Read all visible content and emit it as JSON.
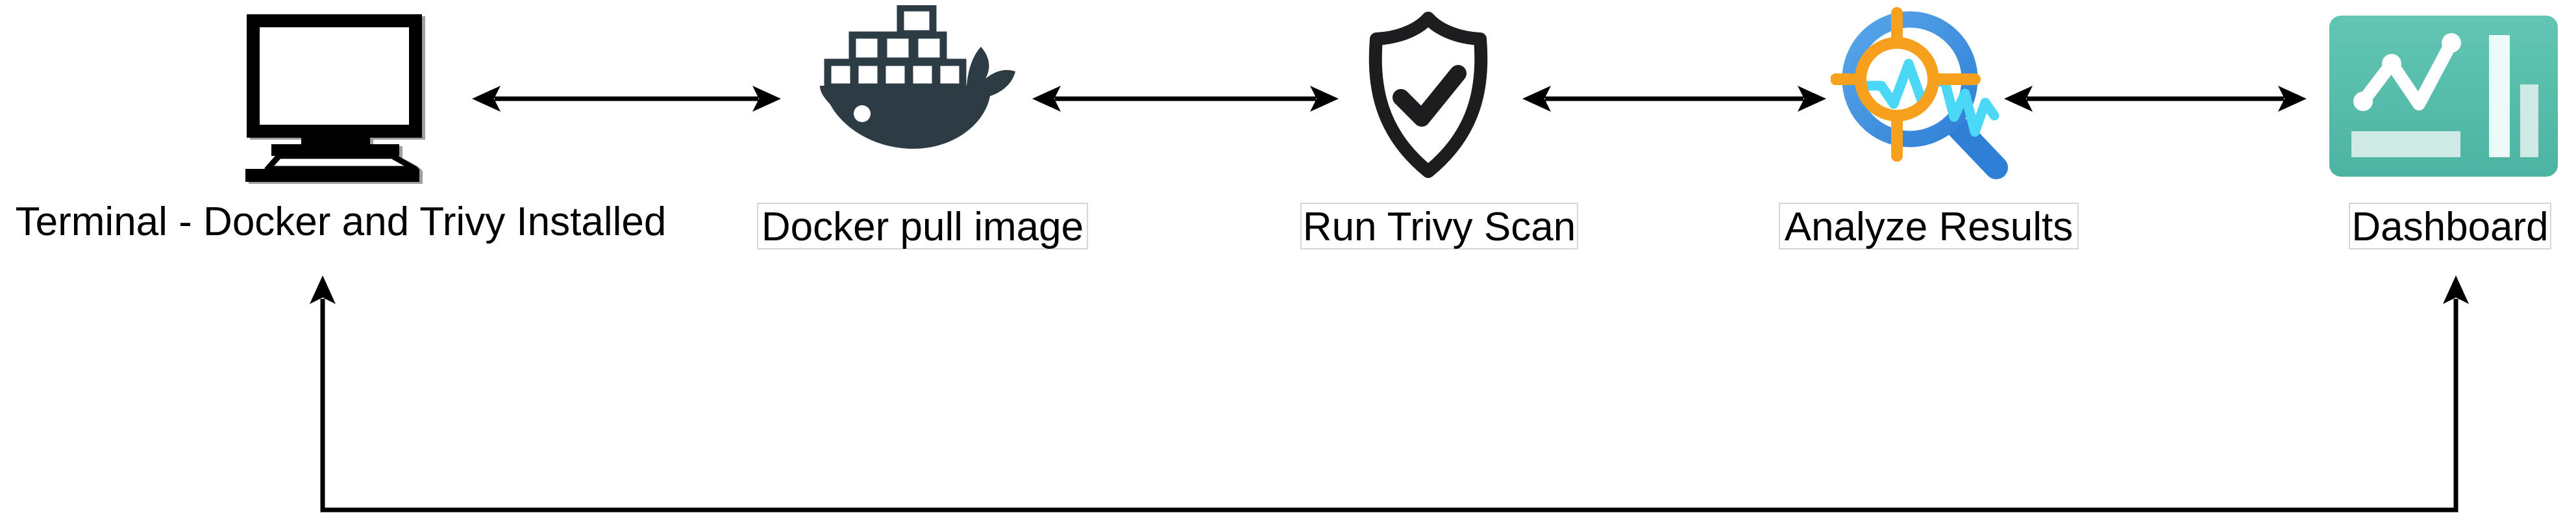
{
  "nodes": [
    {
      "id": "terminal",
      "label": "Terminal - Docker and Trivy Installed",
      "icon": "computer-monitor-icon"
    },
    {
      "id": "docker-pull",
      "label": "Docker pull image",
      "icon": "docker-whale-icon"
    },
    {
      "id": "trivy-scan",
      "label": "Run Trivy Scan",
      "icon": "shield-check-icon"
    },
    {
      "id": "analyze",
      "label": "Analyze Results",
      "icon": "search-analytics-icon"
    },
    {
      "id": "dashboard",
      "label": "Dashboard",
      "icon": "dashboard-chart-icon"
    }
  ],
  "connections": [
    {
      "from": "terminal",
      "to": "docker-pull",
      "type": "bidirectional-arrow"
    },
    {
      "from": "docker-pull",
      "to": "trivy-scan",
      "type": "bidirectional-arrow"
    },
    {
      "from": "trivy-scan",
      "to": "analyze",
      "type": "bidirectional-arrow"
    },
    {
      "from": "analyze",
      "to": "dashboard",
      "type": "bidirectional-arrow"
    },
    {
      "from": "dashboard",
      "to": "terminal",
      "type": "bidirectional-arrow",
      "route": "bottom-loop"
    }
  ],
  "colors": {
    "arrow": "#000000",
    "label_text": "#000000",
    "label_border": "#d6d6d6",
    "monitor_black": "#000000",
    "monitor_shadow": "#9e9e9e",
    "docker_navy": "#2d3b45",
    "shield_black": "#1d1d20",
    "magnifier_blue": "#2f7fd6",
    "magnifier_blue_light": "#58a6ea",
    "target_orange": "#f7a01e",
    "pulse_cyan": "#4ad8f6",
    "dashboard_teal_top": "#63c6b4",
    "dashboard_teal_bottom": "#4db3a2",
    "dashboard_line": "#ffffff",
    "dashboard_bar_soft": "#cfeae5",
    "dashboard_bar_bright": "#edfaf7"
  }
}
